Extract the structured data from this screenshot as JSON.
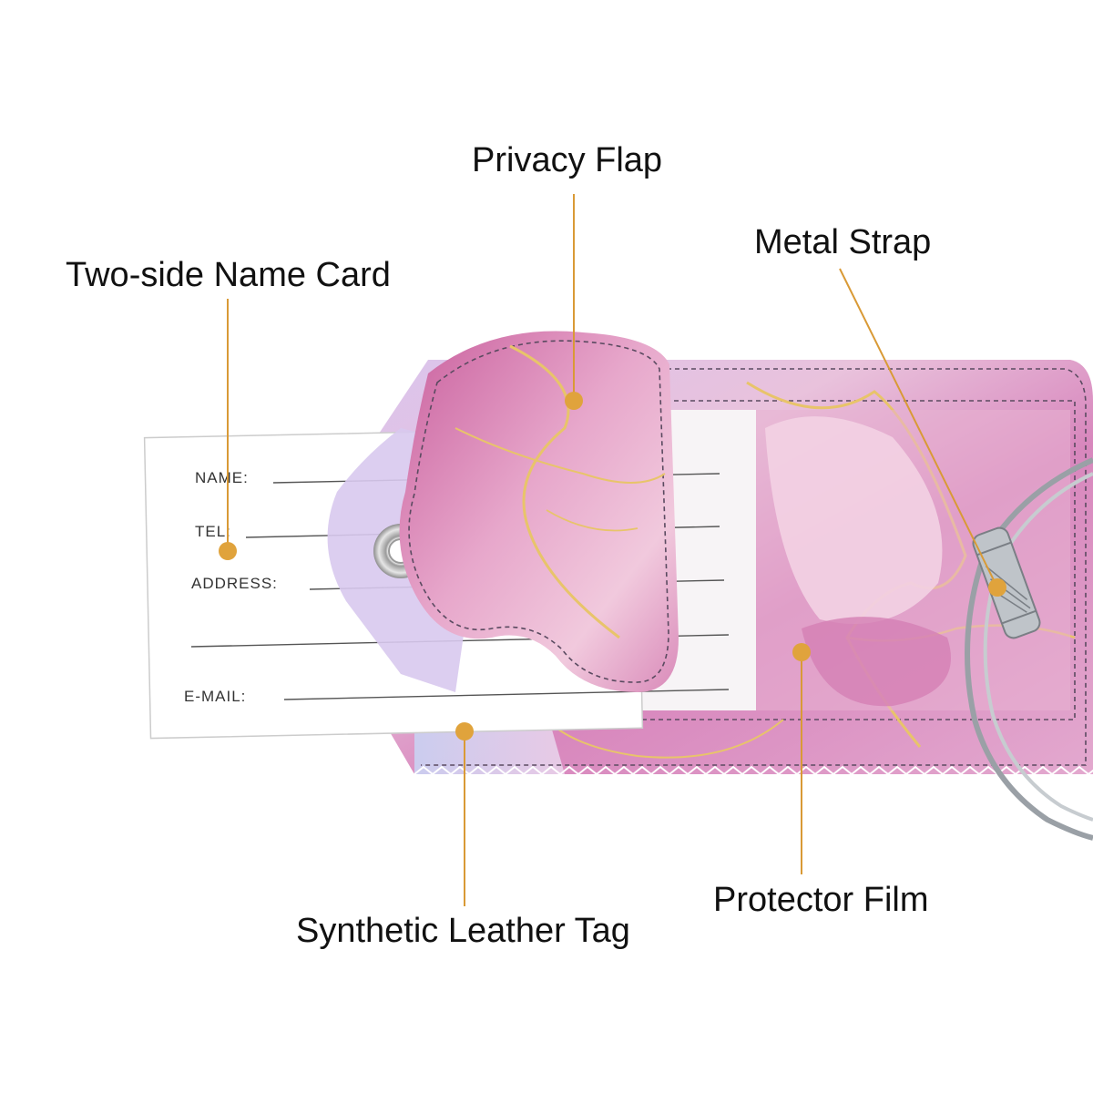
{
  "callouts": {
    "privacy_flap": "Privacy Flap",
    "metal_strap": "Metal Strap",
    "name_card": "Two-side Name Card",
    "protector_film": "Protector Film",
    "leather_tag": "Synthetic Leather Tag"
  },
  "name_card_fields": {
    "name": "NAME:",
    "tel": "TEL:",
    "address": "ADDRESS:",
    "email": "E-MAIL:"
  },
  "colors": {
    "callout_line": "#d99a36",
    "callout_dot": "#e0a33c",
    "marble_pink": "#e6a8cc",
    "marble_deep": "#c65c9a",
    "marble_lavender": "#cbb7e6",
    "gold_vein": "#e8c46a"
  }
}
